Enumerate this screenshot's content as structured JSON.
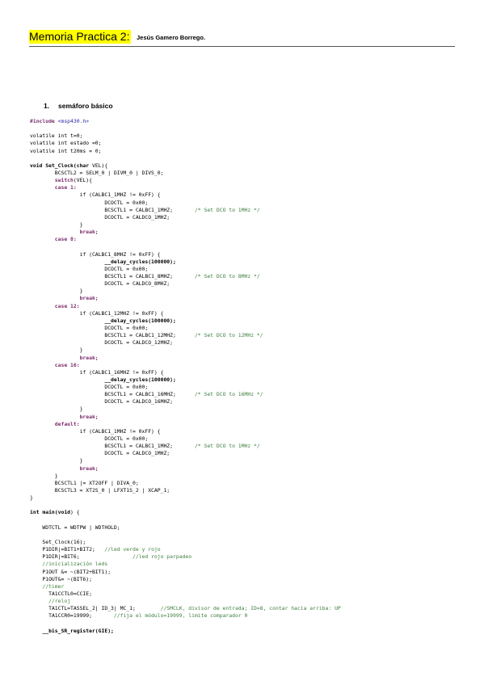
{
  "header": {
    "title": "Memoria Practica 2:",
    "author": "Jesús Gamero Borrego."
  },
  "section": {
    "number": "1.",
    "title": "semáforo básico"
  },
  "code": {
    "include_kw": "#include",
    "include_file": "<msp430.h>",
    "vars": [
      "volatile int t=0;",
      "volatile int estado =0;",
      "volatile int t20ms = 0;"
    ],
    "fn1_sig_kw": "void",
    "fn1_sig_name": "Set_Clock(",
    "fn1_sig_char": "char",
    "fn1_sig_rest": " VEL){",
    "bcsctl2": "BCSCTL2 = SELM_0 | DIVM_0 | DIVS_0;",
    "switch_kw": "switch",
    "switch_rest": "(VEL){",
    "cases": [
      {
        "label": "case 1:",
        "if": "if (CALBC1_1MHZ != 0xFF) {",
        "delay": "",
        "dcoctl0": "DCOCTL = 0x00;",
        "bcsctl1": "BCSCTL1 = CALBC1_1MHZ;",
        "comment": "/* Set DCO to 1MHz */",
        "dcoctl": "DCOCTL = CALDCO_1MHZ;",
        "close": "}",
        "brk": "break;"
      },
      {
        "label": "case 8:",
        "if": "if (CALBC1_8MHZ != 0xFF) {",
        "delay": "__delay_cycles(100000);",
        "dcoctl0": "DCOCTL = 0x00;",
        "bcsctl1": "BCSCTL1 = CALBC1_8MHZ;",
        "comment": "/* Set DCO to 8MHz */",
        "dcoctl": "DCOCTL = CALDCO_8MHZ;",
        "close": "}",
        "brk": "break;"
      },
      {
        "label": "case 12:",
        "if": "if (CALBC1_12MHZ != 0xFF) {",
        "delay": "__delay_cycles(100000);",
        "dcoctl0": "DCOCTL = 0x00;",
        "bcsctl1": "BCSCTL1 = CALBC1_12MHZ;",
        "comment": "/* Set DCO to 12MHz */",
        "dcoctl": "DCOCTL = CALDCO_12MHZ;",
        "close": "}",
        "brk": "break;"
      },
      {
        "label": "case 16:",
        "if": "if (CALBC1_16MHZ != 0xFF) {",
        "delay": "__delay_cycles(100000);",
        "dcoctl0": "DCOCTL = 0x00;",
        "bcsctl1": "BCSCTL1 = CALBC1_16MHZ;",
        "comment": "/* Set DCO to 16MHz */",
        "dcoctl": "DCOCTL = CALDCO_16MHZ;",
        "close": "}",
        "brk": "break;"
      },
      {
        "label": "default:",
        "if": "if (CALBC1_1MHZ != 0xFF) {",
        "delay": "",
        "dcoctl0": "DCOCTL = 0x00;",
        "bcsctl1": "BCSCTL1 = CALBC1_1MHZ;",
        "comment": "/* Set DCO to 1MHz */",
        "dcoctl": "DCOCTL = CALDCO_1MHZ;",
        "close": "}",
        "brk": "break;"
      }
    ],
    "switch_close": "}",
    "bcsctl1_final": "BCSCTL1 |= XT2OFF | DIVA_0;",
    "bcsctl3": "BCSCTL3 = XT2S_0 | LFXT1S_2 | XCAP_1;",
    "fn1_close": "}",
    "main_kw": "int",
    "main_name": " main(",
    "main_void": "void",
    "main_rest": ") {",
    "wdtctl": "WDTCTL = WDTPW | WDTHOLD;",
    "setclock": "Set_Clock(16);",
    "p1dir1": "P1DIR|=BIT1+BIT2;",
    "p1dir1_cm": "//led verde y rojo",
    "p1dir2": "P1DIR|=BIT6;",
    "p1dir2_cm": "//led rojo parpadeo",
    "init_cm": "//inicialización leds",
    "p1out1": "P1OUT &= ~(BIT2+BIT1);",
    "p1out2": "P1OUT&= ~(BIT6);",
    "timer_cm": "//timer",
    "ta1cctl0": "TA1CCTL0=CCIE;",
    "reloj_cm": "//reloj",
    "ta1ctl": "TA1CTL=TASSEL_2| ID_3| MC_1;",
    "ta1ctl_cm": "//SMCLK, divisor de entrada; ID=8, contar hacia arriba: UP",
    "ta1ccr0": "TA1CCR0=19999;",
    "ta1ccr0_cm": "//fija el módulo=19999, limite comparador 0",
    "bis": "__bis_SR_register(GIE);"
  }
}
